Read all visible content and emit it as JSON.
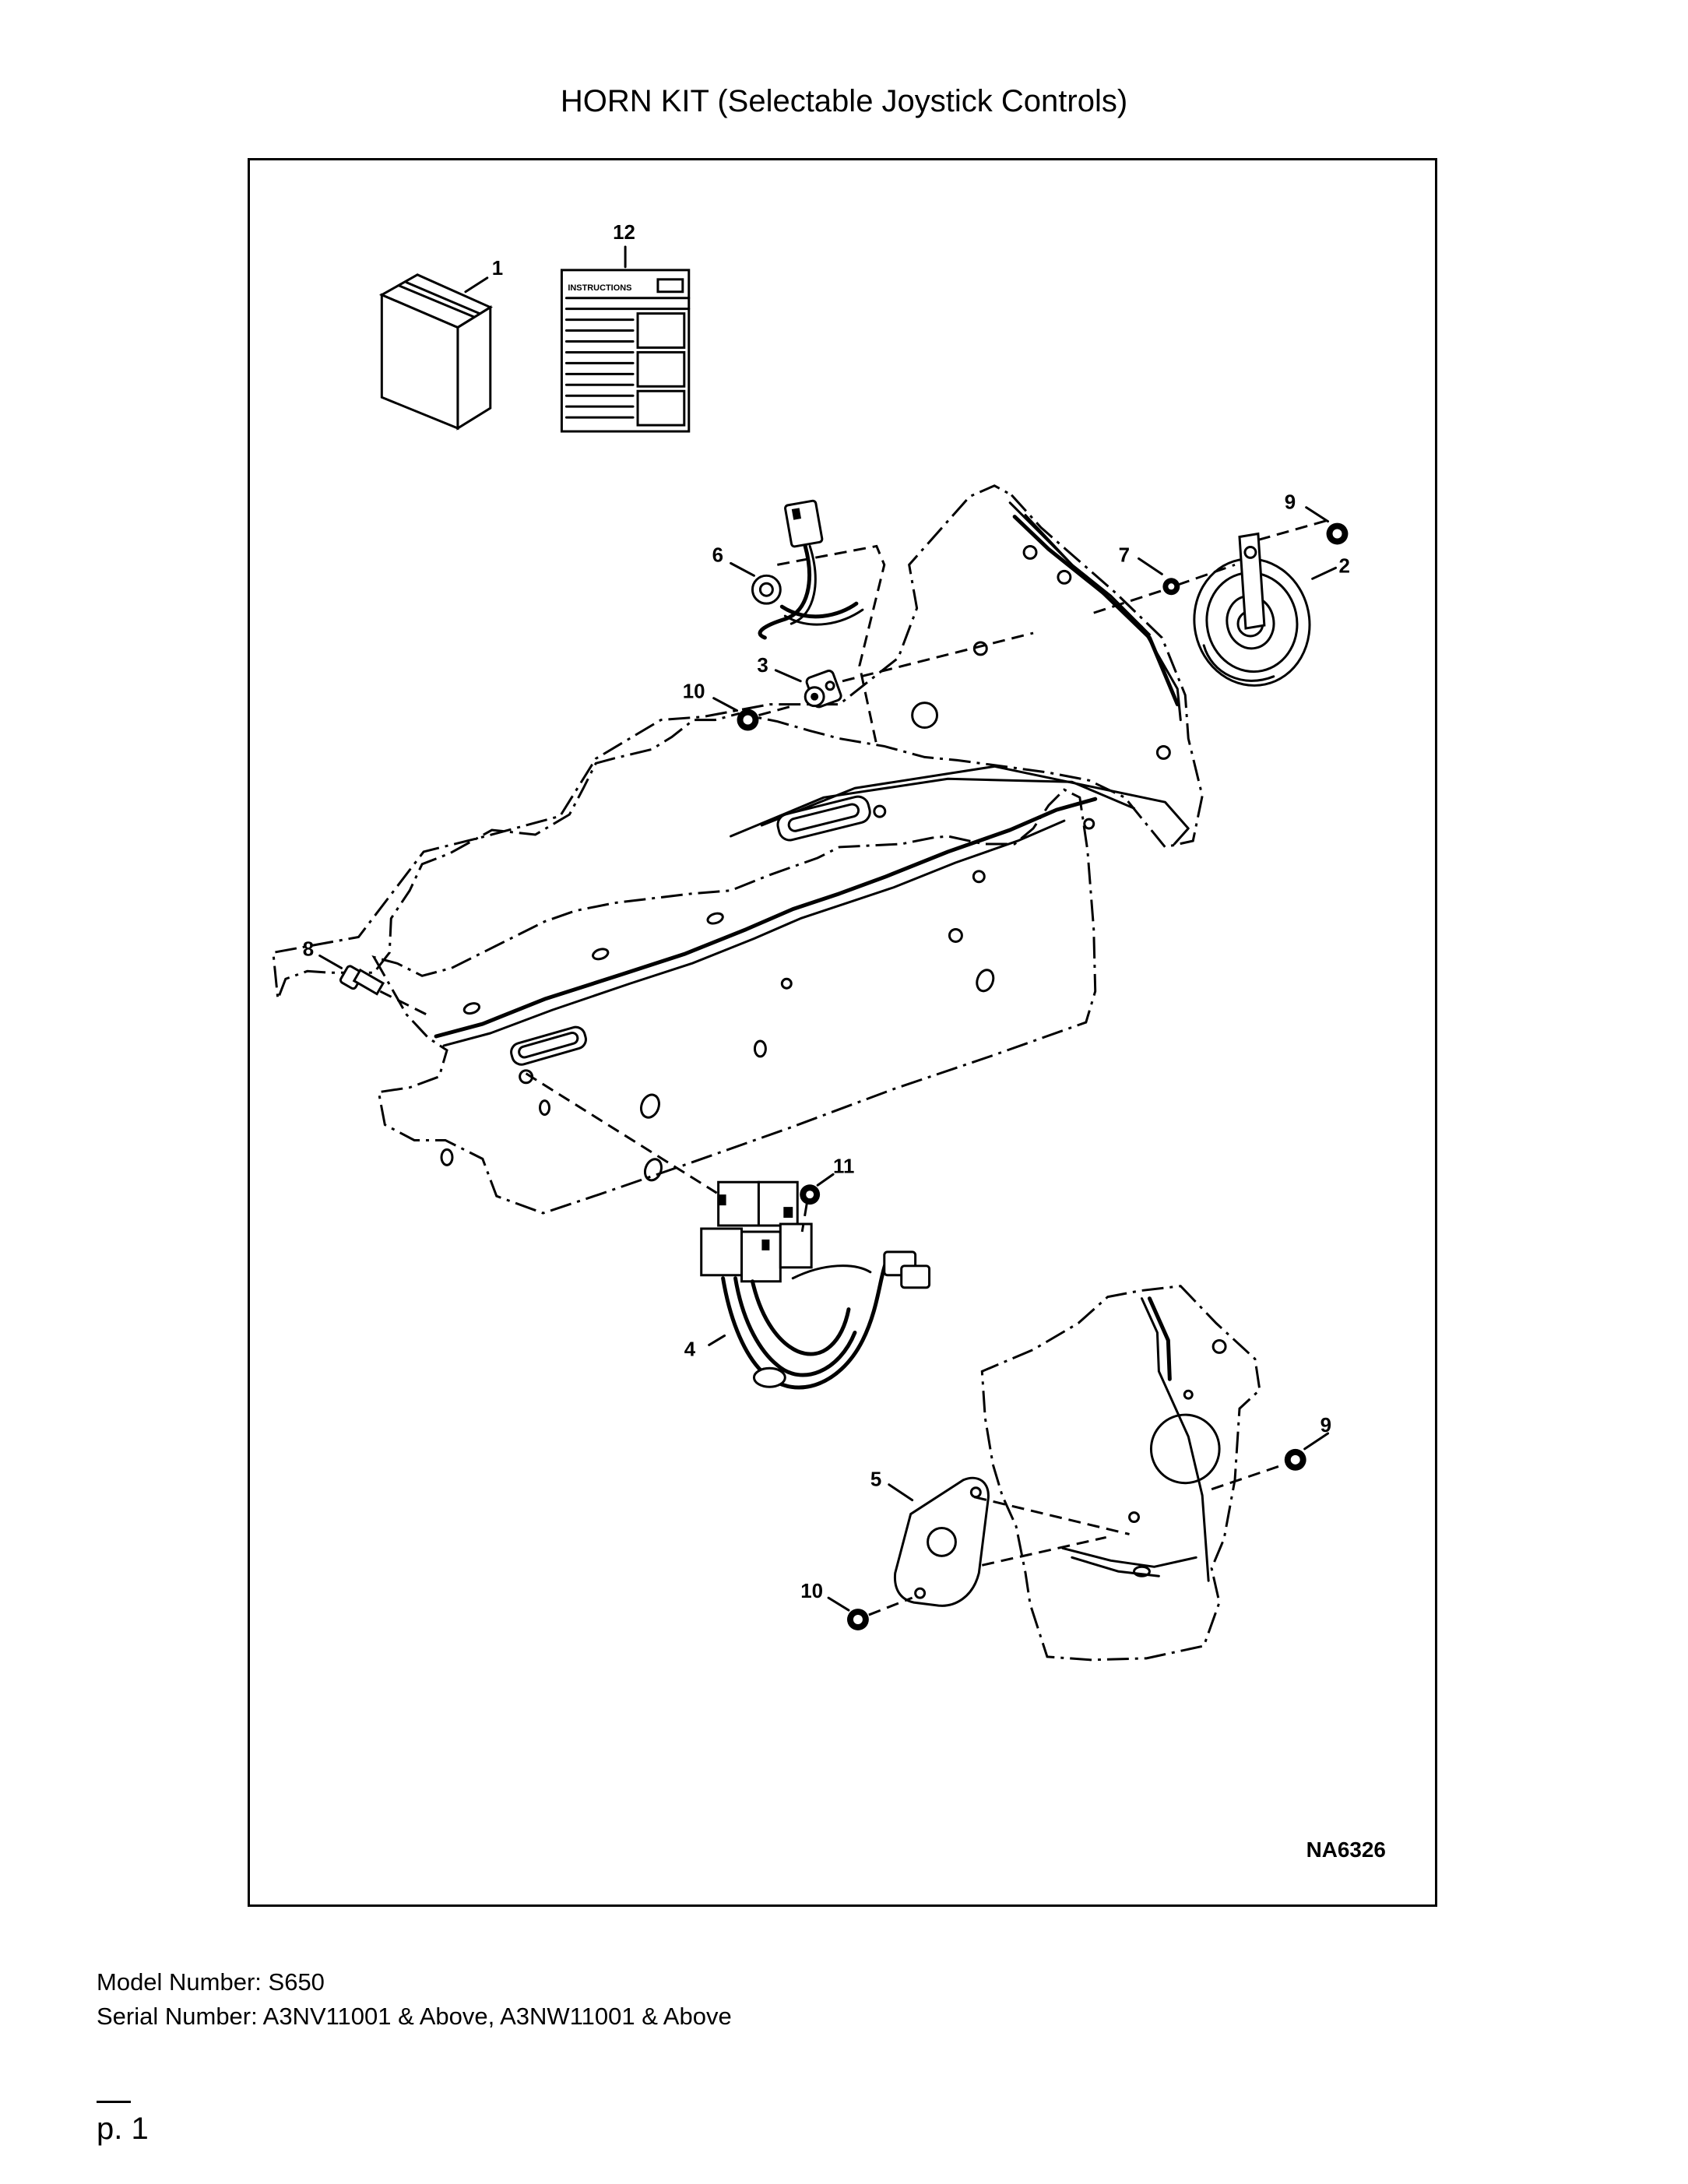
{
  "title": "HORN KIT (Selectable Joystick Controls)",
  "diagram": {
    "figure_code": "NA6326",
    "instructions_label": "INSTRUCTIONS",
    "callouts": [
      "1",
      "2",
      "3",
      "4",
      "5",
      "6",
      "7",
      "8",
      "9",
      "9",
      "10",
      "10",
      "11",
      "12"
    ]
  },
  "info": {
    "model": "Model Number: S650",
    "serial": "Serial Number: A3NV11001 & Above, A3NW11001 & Above"
  },
  "page": "p. 1"
}
